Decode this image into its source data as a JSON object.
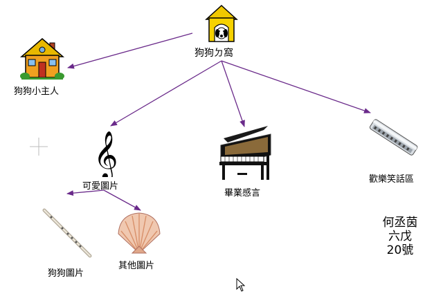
{
  "nodes": {
    "root": {
      "label": "狗狗ㄉ窩"
    },
    "owner": {
      "label": "狗狗小主人"
    },
    "cute_pics": {
      "label": "可愛圖片"
    },
    "graduation": {
      "label": "畢業感言"
    },
    "jokes": {
      "label": "歡樂笑話區"
    },
    "dog_pics": {
      "label": "狗狗圖片"
    },
    "other_pics": {
      "label": "其他圖片"
    }
  },
  "credit": {
    "line1": "何丞茵",
    "line2": "六戊",
    "line3": "20號"
  },
  "colors": {
    "connector": "#6a2a8a"
  },
  "icons": [
    "doghouse-icon",
    "house-icon",
    "treble-clef-icon",
    "grand-piano-icon",
    "harmonica-icon",
    "flute-icon",
    "seashell-icon",
    "crosshair-cursor-icon",
    "arrow-cursor-icon"
  ]
}
